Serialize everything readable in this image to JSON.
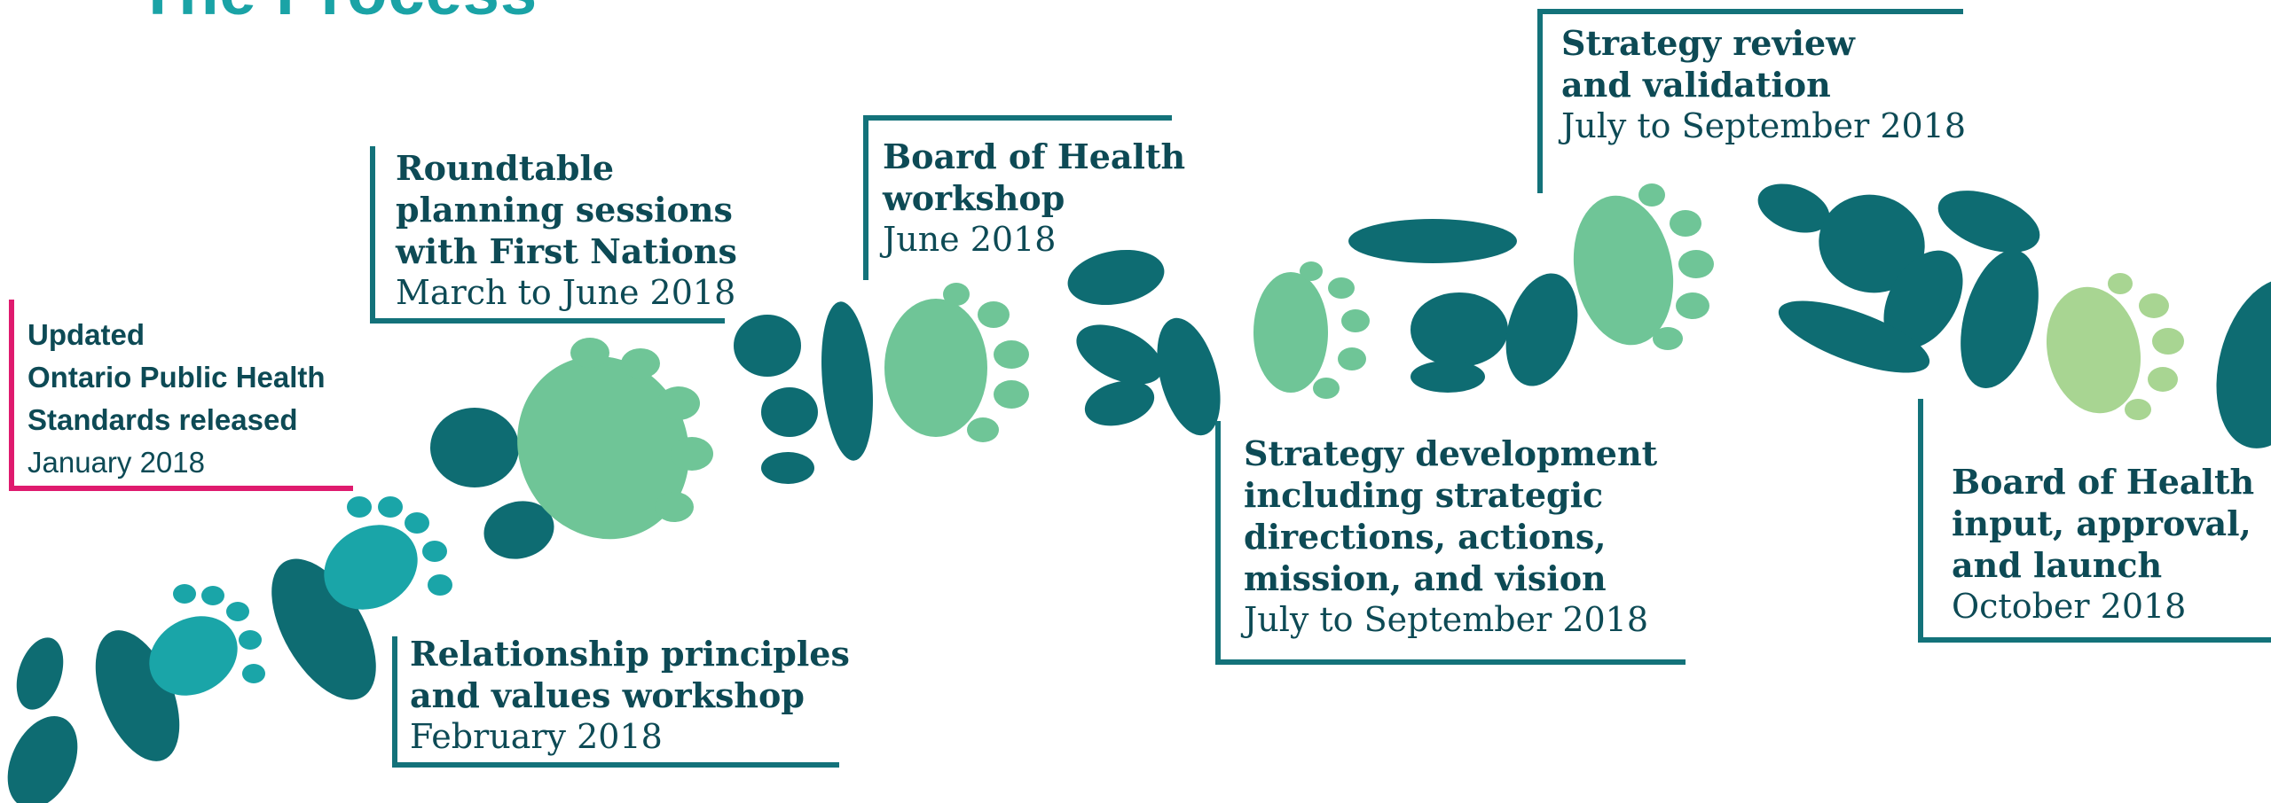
{
  "title": "The Process",
  "colors": {
    "dark_teal": "#0e6c72",
    "teal": "#1aa5a8",
    "medium_green": "#6fc597",
    "light_green": "#a8d592",
    "text": "#0d4a55",
    "pink_accent": "#df1a6e"
  },
  "steps": [
    {
      "heading": [
        "Updated",
        "Ontario Public Health",
        "Standards released"
      ],
      "date": "January 2018"
    },
    {
      "heading": [
        "Relationship principles",
        "and values workshop"
      ],
      "date": "February 2018"
    },
    {
      "heading": [
        "Roundtable",
        "planning sessions",
        "with First Nations"
      ],
      "date": "March to June 2018"
    },
    {
      "heading": [
        "Board of Health",
        "workshop"
      ],
      "date": "June 2018"
    },
    {
      "heading": [
        "Strategy development",
        "including strategic",
        "directions, actions,",
        "mission, and vision"
      ],
      "date": "July to September 2018"
    },
    {
      "heading": [
        "Strategy review",
        "and validation"
      ],
      "date": "July to September 2018"
    },
    {
      "heading": [
        "Board of Health",
        "input, approval,",
        "and launch"
      ],
      "date": "October 2018"
    }
  ]
}
